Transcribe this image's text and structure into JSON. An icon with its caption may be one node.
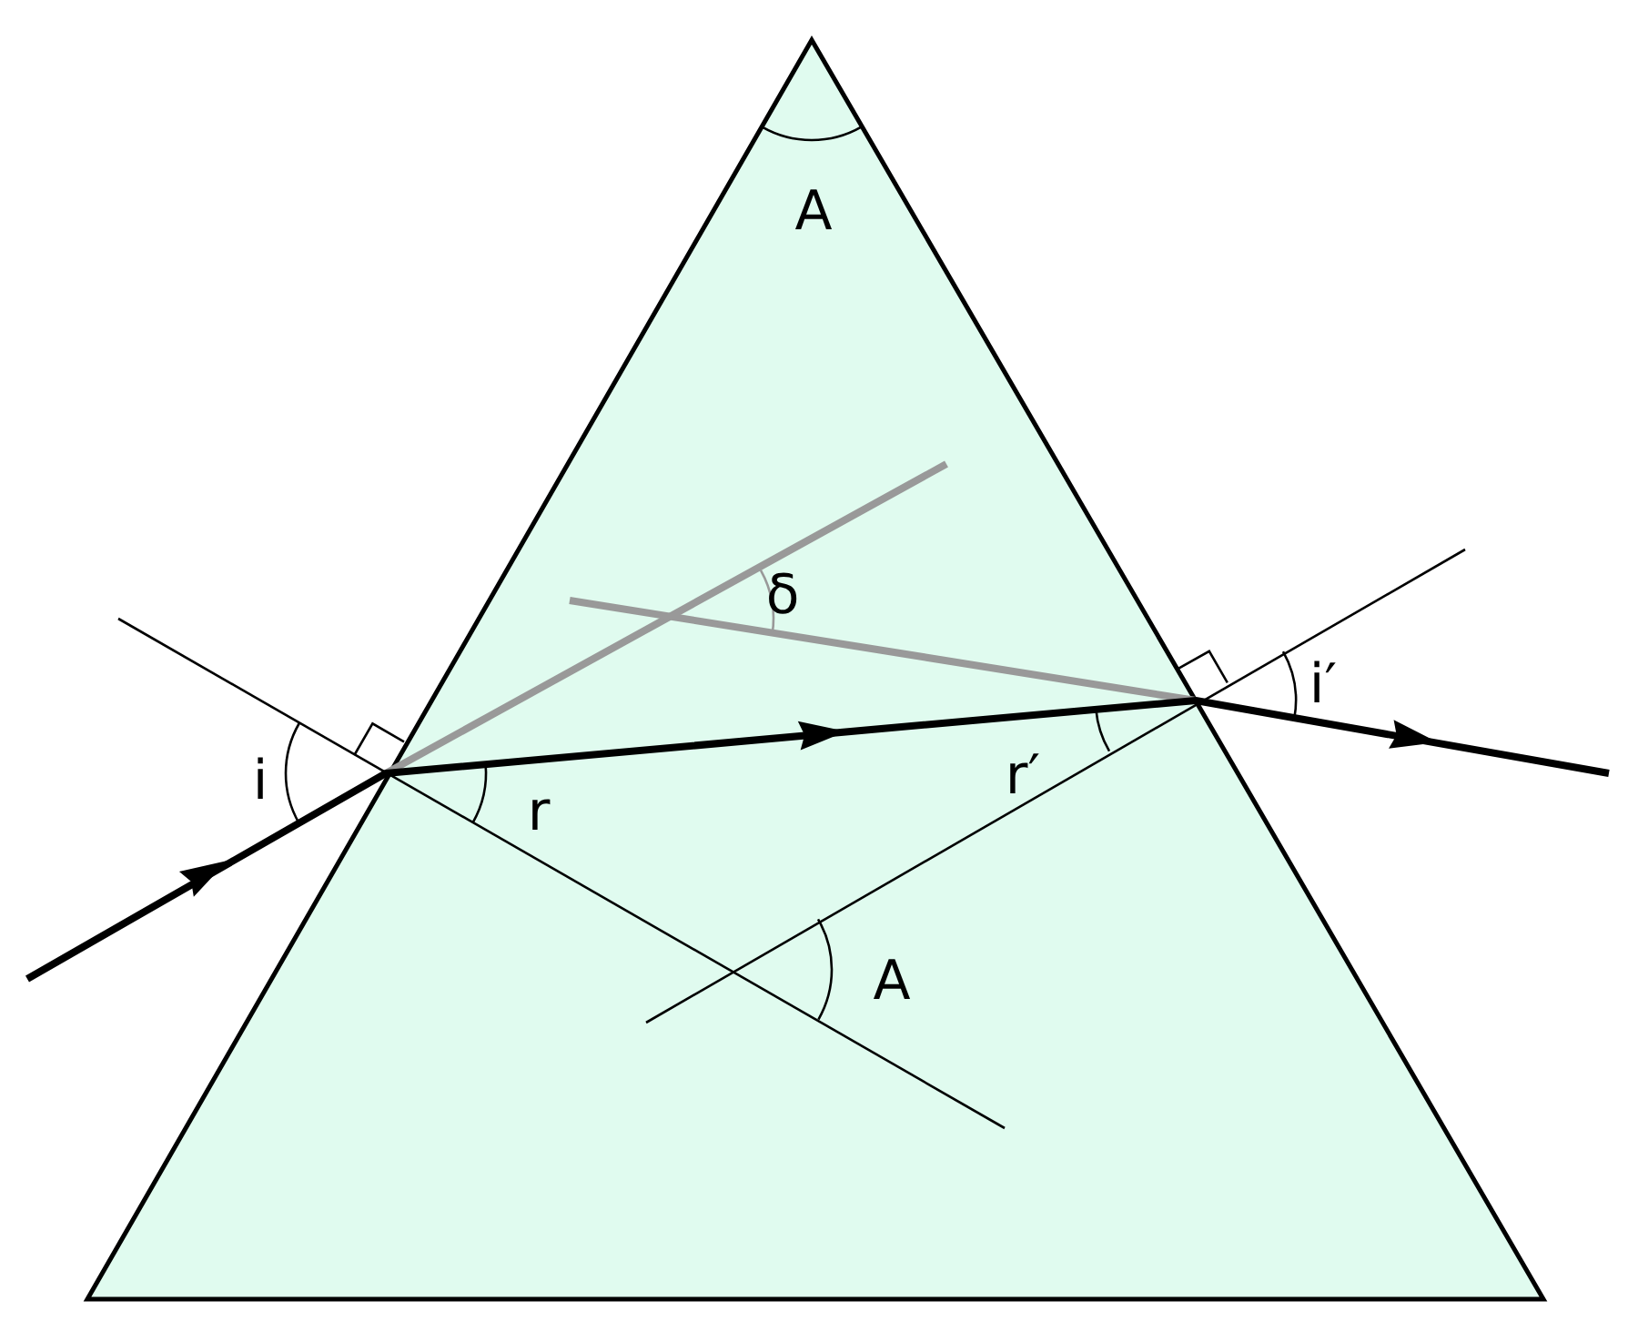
{
  "diagram": {
    "labels": [
      "A",
      "δ",
      "i",
      "r",
      "r′",
      "i′",
      "A"
    ]
  }
}
